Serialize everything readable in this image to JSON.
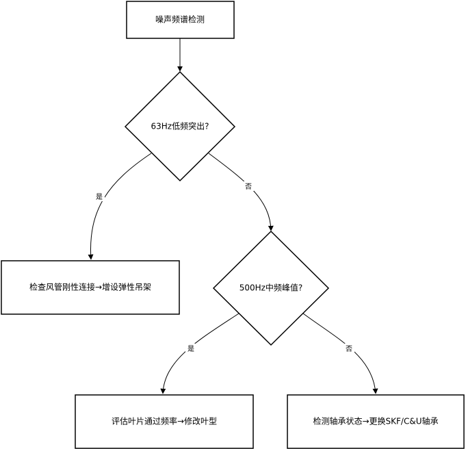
{
  "nodes": {
    "start": "噪声频谱检测",
    "decision_63hz": "63Hz低频突出?",
    "decision_500hz": "500Hz中频峰值?",
    "action_duct": "检查风管刚性连接→增设弹性吊架",
    "action_blade": "评估叶片通过频率→修改叶型",
    "action_bearing": "检测轴承状态→更换SKF/C&U轴承"
  },
  "edges": {
    "yes_1": "是",
    "no_1": "否",
    "yes_2": "是",
    "no_2": "否"
  }
}
